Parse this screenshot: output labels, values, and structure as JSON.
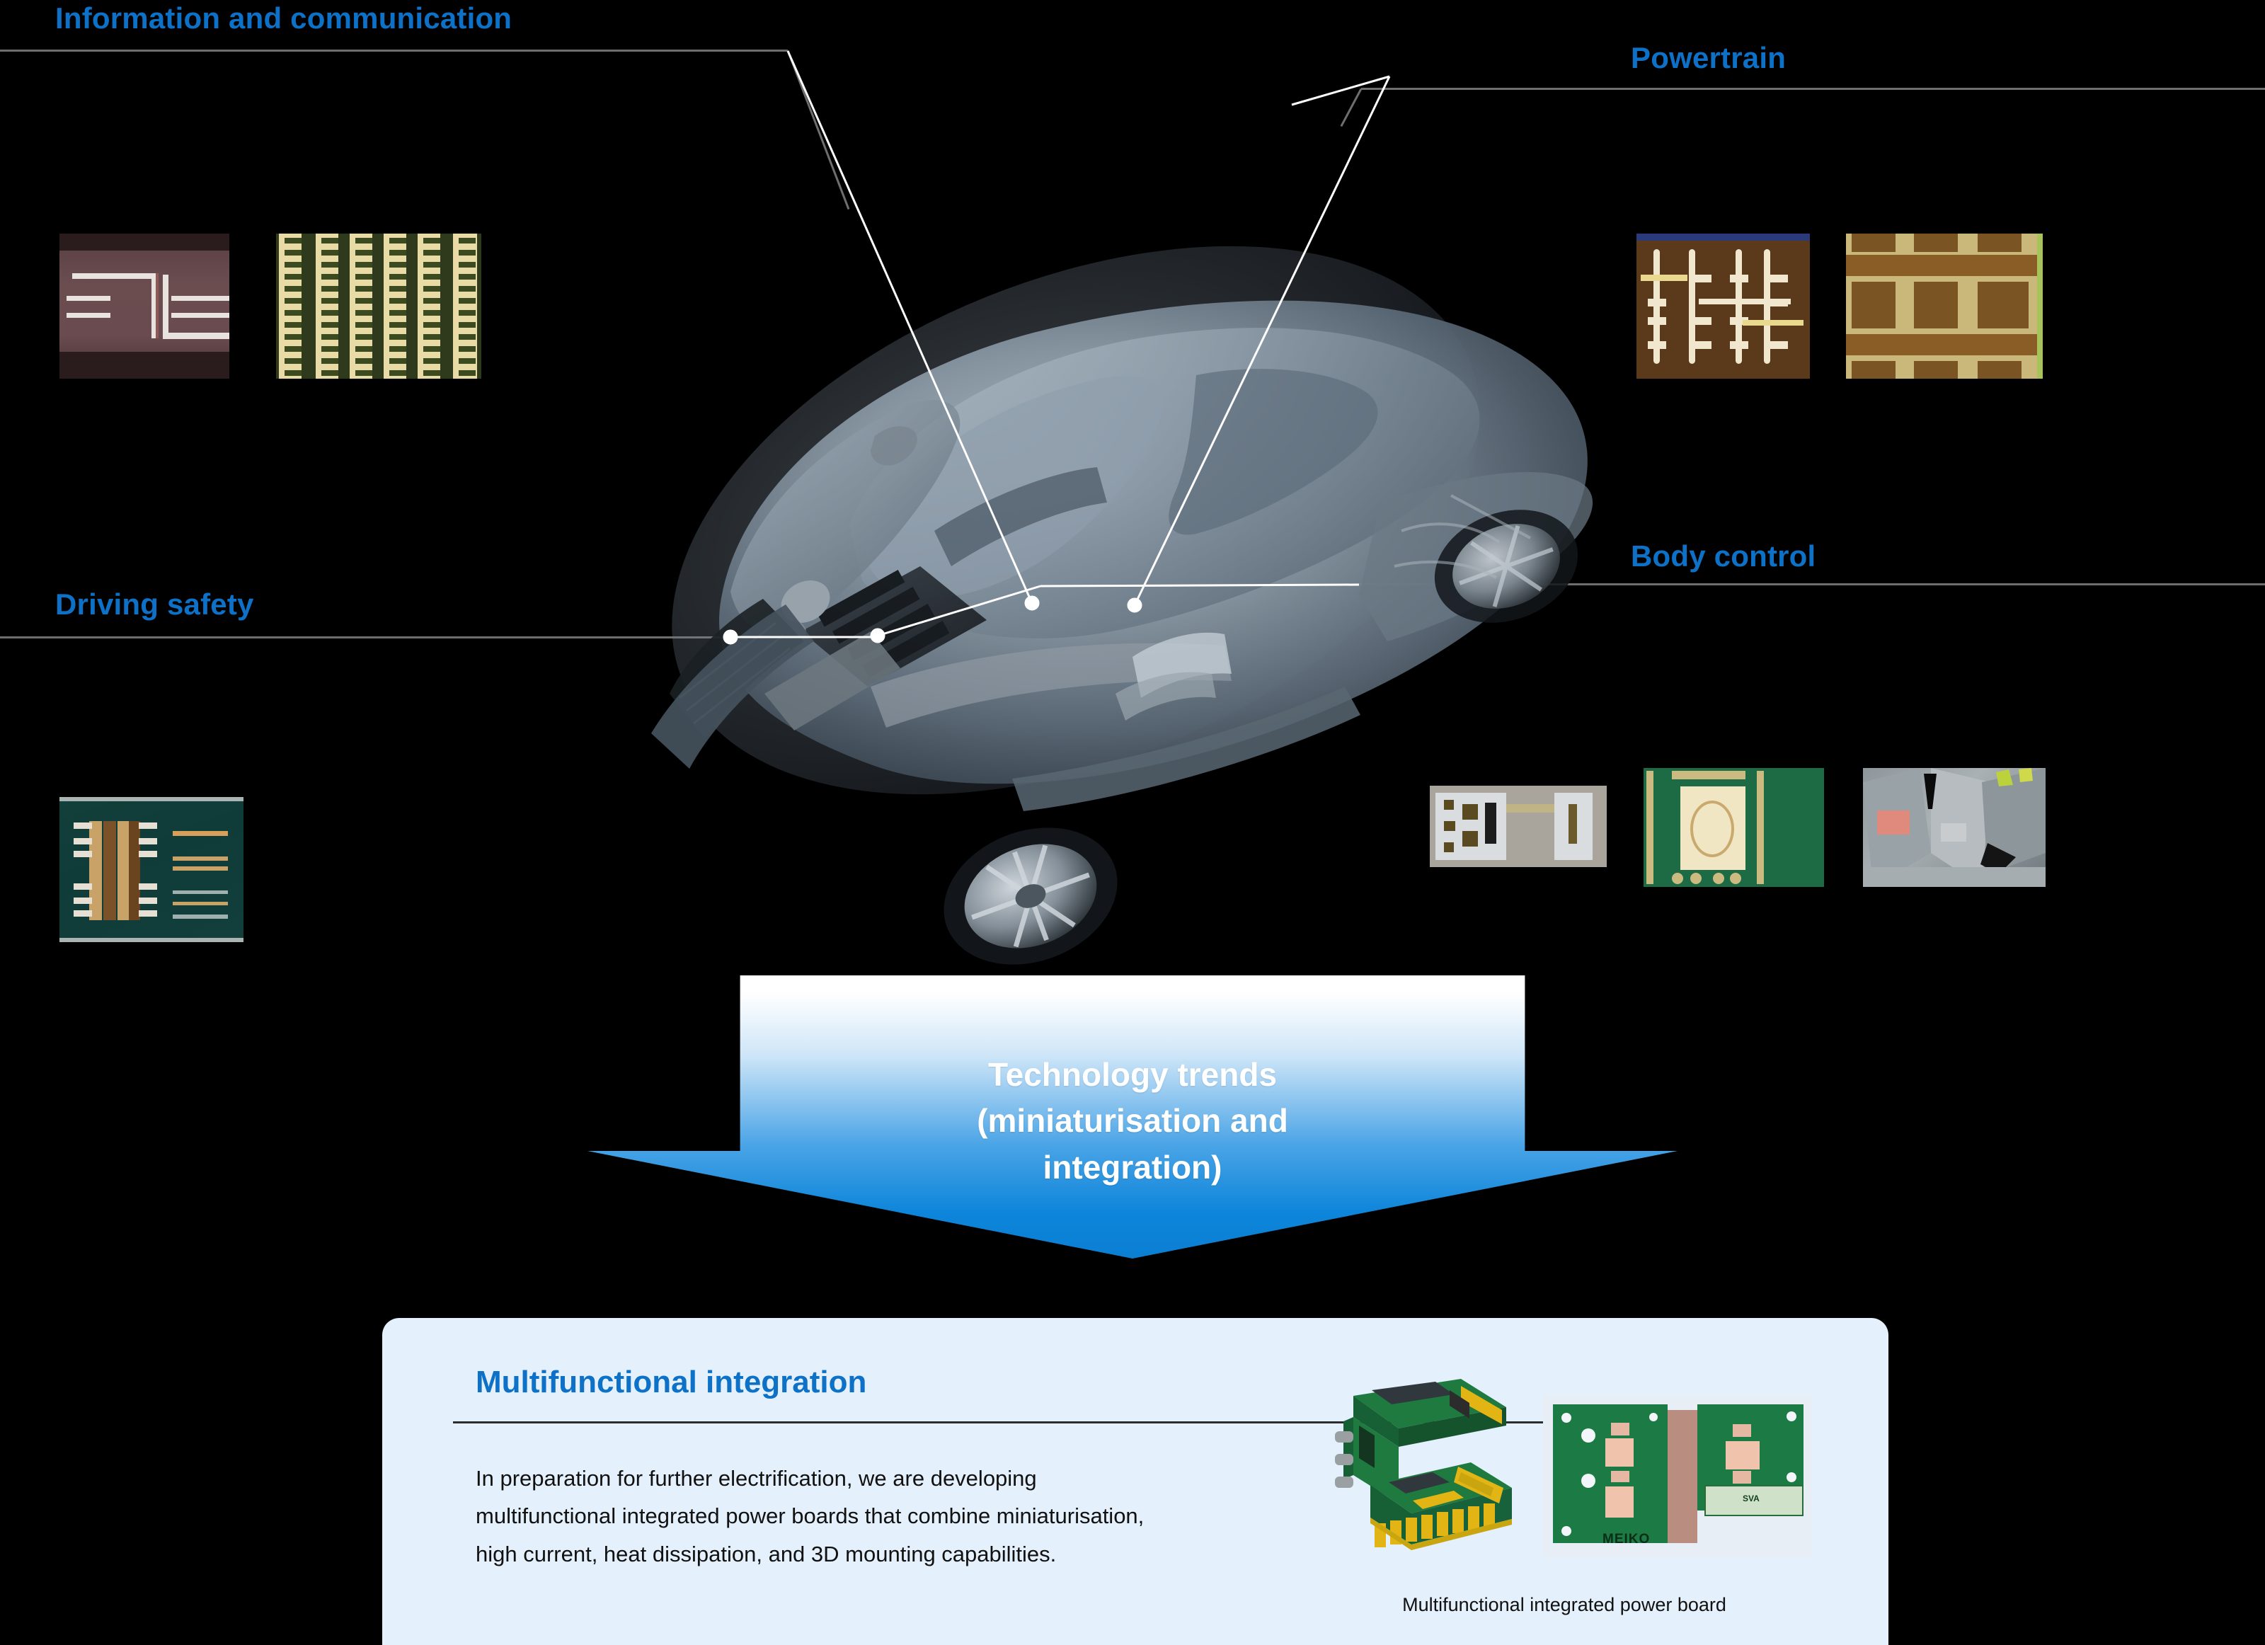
{
  "labels": {
    "information_communication": "Information and communication",
    "powertrain": "Powertrain",
    "driving_safety": "Driving safety",
    "body_control": "Body control"
  },
  "arrow": {
    "line1": "Technology trends",
    "line2": "(miniaturisation and",
    "line3": "integration)"
  },
  "card": {
    "title": "Multifunctional integration",
    "body_line1": "In preparation for further electrification, we are developing",
    "body_line2": "multifunctional integrated power boards that combine miniaturisation,",
    "body_line3": "high current, heat dissipation, and 3D mounting capabilities.",
    "figure_caption": "Multifunctional integrated power board",
    "board_brand": "MEIKO",
    "board_connector_label": "SVA"
  },
  "colors": {
    "label_blue": "#0d72c7",
    "arrow_blue": "#0980d8",
    "card_background": "#e4f0fb",
    "page_background": "#000000",
    "rule_grey": "#6e6e6e",
    "leader_white": "#ffffff"
  },
  "figures": {
    "information_communication": [
      "ic-microstrip-trace-photo",
      "ic-fine-pitch-pads-photo"
    ],
    "powertrain": [
      "pt-cross-section-photo",
      "pt-copper-grid-photo"
    ],
    "driving_safety": [
      "ds-connector-board-photo"
    ],
    "body_control": [
      "bc-flex-board-photo",
      "bc-cavity-board-photo",
      "bc-folded-board-photo"
    ]
  }
}
